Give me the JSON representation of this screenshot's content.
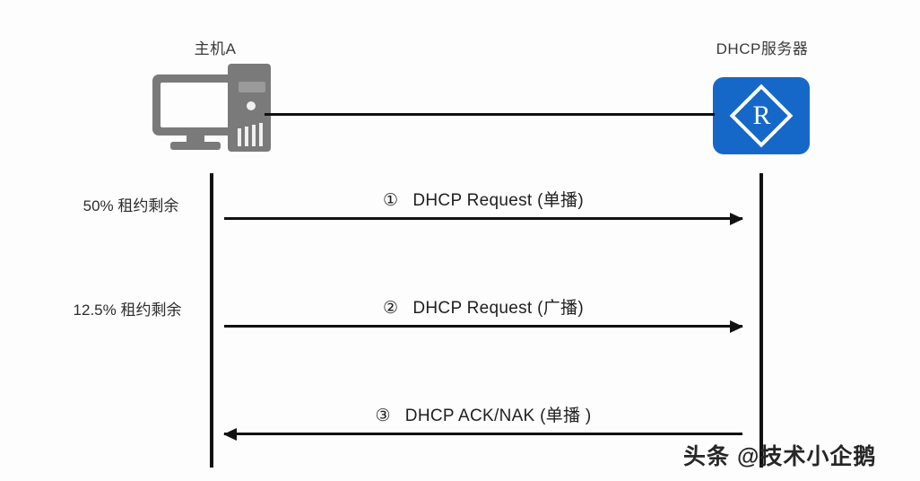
{
  "diagram": {
    "title": "DHCP lease renewal sequence",
    "background_color": "#fdfdfd",
    "line_color": "#111111"
  },
  "nodes": [
    {
      "id": "host",
      "label": "主机A",
      "icon": "desktop-computer-icon",
      "color": "#7a7a7a"
    },
    {
      "id": "server",
      "label": "DHCP服务器",
      "icon": "router-icon",
      "color": "#1668c8",
      "glyph": "R"
    }
  ],
  "host": {
    "label": "主机A"
  },
  "server": {
    "label": "DHCP服务器",
    "glyph": "R"
  },
  "lease_markers": [
    {
      "id": "lease-1",
      "text": "50% 租约剩余"
    },
    {
      "id": "lease-2",
      "text": "12.5% 租约剩余"
    }
  ],
  "messages": [
    {
      "number": "①",
      "text": "DHCP Request (单播)",
      "direction": "host-to-server"
    },
    {
      "number": "②",
      "text": "DHCP Request (广播)",
      "direction": "host-to-server"
    },
    {
      "number": "③",
      "text": "DHCP ACK/NAK (单播 )",
      "direction": "server-to-host"
    }
  ],
  "watermark": {
    "text": "头条 @技术小企鹅"
  }
}
